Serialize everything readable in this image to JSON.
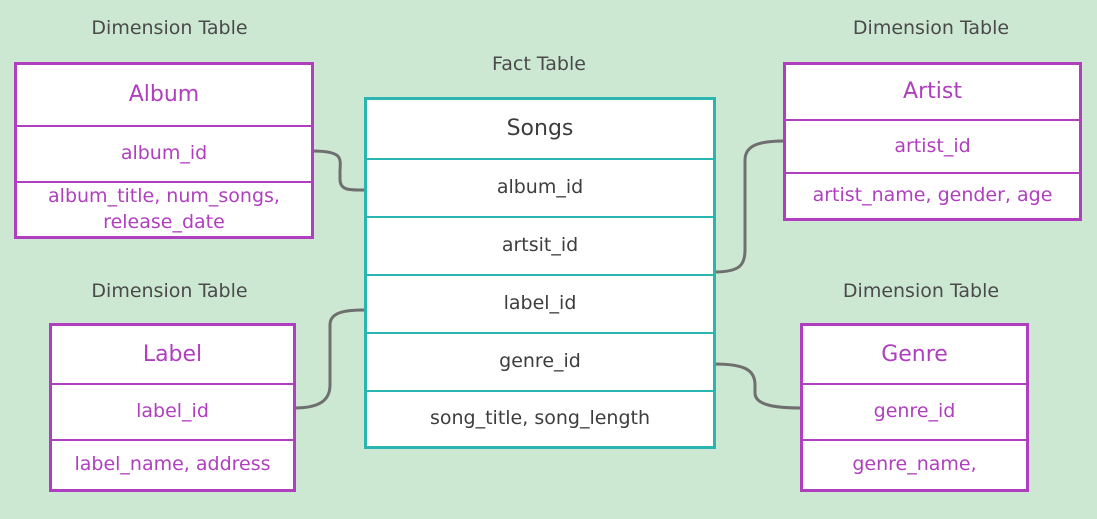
{
  "fact": {
    "caption": "Fact Table",
    "title": "Songs",
    "fields": [
      "album_id",
      "artsit_id",
      "label_id",
      "genre_id",
      "song_title, song_length"
    ]
  },
  "album": {
    "caption": "Dimension Table",
    "title": "Album",
    "key": "album_id",
    "attrs_line1": "album_title, num_songs,",
    "attrs_line2": "release_date"
  },
  "artist": {
    "caption": "Dimension Table",
    "title": "Artist",
    "key": "artist_id",
    "attrs": "artist_name,  gender, age"
  },
  "label": {
    "caption": "Dimension Table",
    "title": "Label",
    "key": "label_id",
    "attrs": "label_name, address"
  },
  "genre": {
    "caption": "Dimension Table",
    "title": "Genre",
    "key": "genre_id",
    "attrs": "genre_name,"
  },
  "colors": {
    "background": "#cde8d2",
    "dimension_border": "#b03fbf",
    "fact_border": "#2bb5b0",
    "connector": "#6f6f6f"
  }
}
